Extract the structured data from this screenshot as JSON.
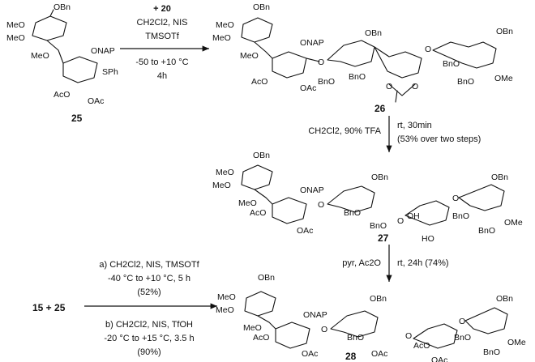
{
  "step1": {
    "reagent": "+ 20",
    "cond1": "CH2Cl2, NIS",
    "cond2": "TMSOTf",
    "cond3": "-50 to +10 °C",
    "cond4": "4h"
  },
  "step2": {
    "left": "CH2Cl2, 90% TFA",
    "right1": "rt, 30min",
    "right2": "(53% over two steps)"
  },
  "step3": {
    "left": "pyr, Ac2O",
    "right": "rt, 24h (74%)"
  },
  "step4": {
    "reactants": "15 + 25",
    "a1": "a) CH2Cl2, NIS, TMSOTf",
    "a2": "-40 °C to +10 °C, 5 h",
    "a3": "(52%)",
    "b1": "b) CH2Cl2, NIS, TfOH",
    "b2": "-20 °C to +15 °C, 3.5 h",
    "b3": "(90%)"
  },
  "compounds": {
    "c25": "25",
    "c26": "26",
    "c27": "27",
    "c28": "28"
  },
  "labels": {
    "obn": "OBn",
    "onap": "ONAP",
    "meo": "MeO",
    "meo2": "MeO",
    "spH": "SPh",
    "oac": "OAc",
    "aco": "AcO",
    "bno": "BnO",
    "ome": "OMe",
    "oh": "OH",
    "ho": "HO",
    "o": "O"
  }
}
